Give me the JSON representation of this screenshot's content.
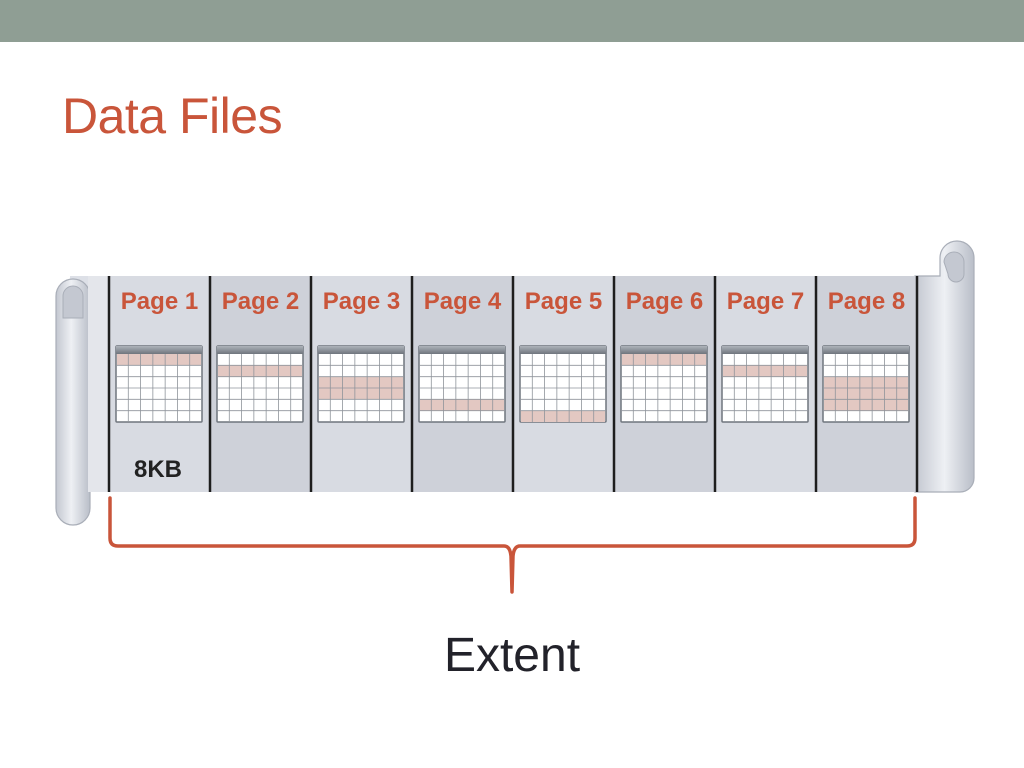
{
  "slide": {
    "title": "Data Files",
    "caption": "Extent",
    "size_label": "8KB"
  },
  "pages": [
    {
      "label": "Page 1",
      "highlight_rows": [
        0
      ]
    },
    {
      "label": "Page 2",
      "highlight_rows": [
        1
      ]
    },
    {
      "label": "Page 3",
      "highlight_rows": [
        2,
        3
      ]
    },
    {
      "label": "Page 4",
      "highlight_rows": [
        4
      ]
    },
    {
      "label": "Page 5",
      "highlight_rows": [
        5
      ]
    },
    {
      "label": "Page 6",
      "highlight_rows": [
        0
      ]
    },
    {
      "label": "Page 7",
      "highlight_rows": [
        1
      ]
    },
    {
      "label": "Page 8",
      "highlight_rows": [
        2,
        3,
        4
      ]
    }
  ],
  "colors": {
    "top_band": "#8f9e94",
    "title": "#c9553a",
    "page_label": "#c9553a",
    "size_label": "#222222",
    "brace": "#c9553a",
    "scroll_fill": "#dde0e7",
    "scroll_edge": "#a9aeb8",
    "page_fill_even": "#d8dbe2",
    "page_fill_odd": "#ced1d9",
    "separator": "#1e1e1e",
    "table_header": "#8b9097",
    "table_body": "#ffffff",
    "table_grid": "#8f949b",
    "table_highlight": "#e3c8c2"
  }
}
